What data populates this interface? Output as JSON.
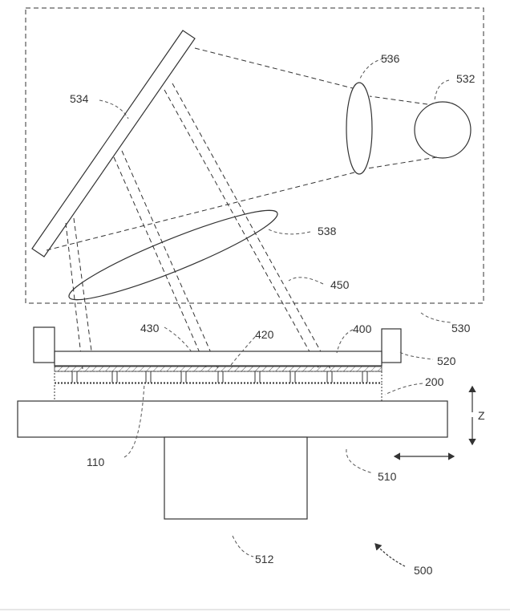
{
  "figure": {
    "labels": {
      "l534": "534",
      "l536": "536",
      "l532": "532",
      "l538": "538",
      "l450": "450",
      "l430": "430",
      "l420": "420",
      "l400": "400",
      "l530": "530",
      "l520": "520",
      "l200": "200",
      "lz": "Z",
      "l110": "110",
      "l510": "510",
      "l512": "512",
      "l500": "500"
    }
  }
}
